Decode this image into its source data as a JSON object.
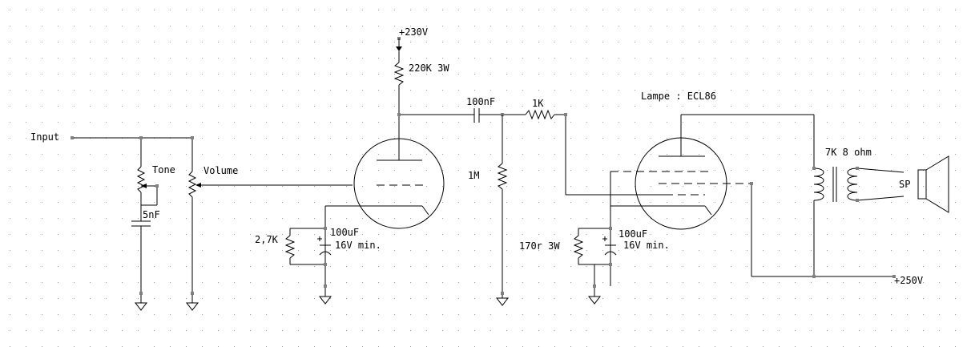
{
  "labels": {
    "input": "Input",
    "tone": "Tone",
    "volume": "Volume",
    "tone_cap": "5nF",
    "b_plus": "+230V",
    "plate_resistor": "220K 3W",
    "coupling_cap": "100nF",
    "grid_resistor": "1M",
    "grid_stopper": "1K",
    "tube": "Lampe : ECL86",
    "cathode_resistor_1": "2,7K",
    "cathode_cap_1_value": "100uF",
    "cathode_cap_1_rating": "16V min.",
    "cathode_resistor_2": "170r 3W",
    "cathode_cap_2_value": "100uF",
    "cathode_cap_2_rating": "16V min.",
    "transformer": "7K 8 ohm",
    "speaker": "SP",
    "supply_250": "+250V"
  },
  "colors": {
    "wire": "#000000",
    "node": "#808080",
    "grid_dot": "#9a9a9a",
    "background": "#ffffff"
  }
}
